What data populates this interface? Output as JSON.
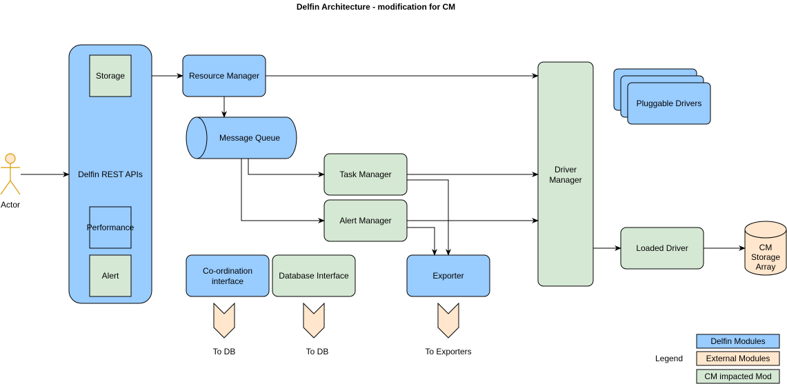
{
  "title": "Delfin Architecture - modification for CM",
  "colors": {
    "delfin_modules": "#99ccff",
    "external_modules": "#ffe6cc",
    "cm_impacted": "#d5e8d4",
    "actor": "#ffe6cc",
    "actor_stroke": "#d79b00",
    "stroke": "#000000"
  },
  "actor": {
    "label": "Actor"
  },
  "rest_api": {
    "label": "Delfin REST APIs",
    "storage": "Storage",
    "performance": "Performance",
    "alert": "Alert"
  },
  "resource_manager": "Resource Manager",
  "message_queue": "Message Queue",
  "task_manager": "Task Manager",
  "alert_manager": "Alert Manager",
  "coordination": {
    "line1": "Co-ordination",
    "line2": "interface"
  },
  "database_interface": "Database Interface",
  "exporter": "Exporter",
  "driver_manager": {
    "line1": "Driver",
    "line2": "Manager"
  },
  "pluggable_drivers": "Pluggable Drivers",
  "loaded_driver": "Loaded Driver",
  "storage_array": {
    "line1": "CM",
    "line2": "Storage",
    "line3": "Array"
  },
  "outputs": {
    "to_db_1": "To DB",
    "to_db_2": "To DB",
    "to_exporters": "To Exporters"
  },
  "legend": {
    "title": "Legend",
    "delfin": "Delfin Modules",
    "external": "External Modules",
    "cm": "CM impacted Mod"
  }
}
